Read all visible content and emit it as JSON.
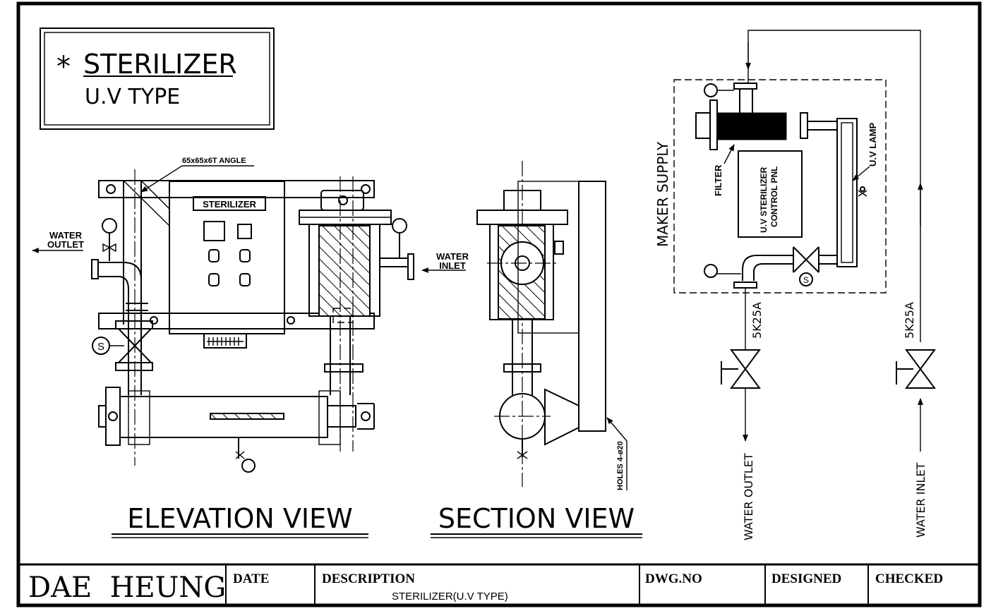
{
  "title_box": {
    "star": "*",
    "title": "STERILIZER",
    "subtitle": "U.V TYPE"
  },
  "elevation": {
    "view_label": "ELEVATION VIEW",
    "angle_note": "65x65x6T ANGLE",
    "panel_label": "STERILIZER",
    "water_outlet": [
      "WATER",
      "OUTLET"
    ],
    "water_inlet": [
      "WATER",
      "INLET"
    ],
    "solenoid_symbol": "S"
  },
  "section": {
    "view_label": "SECTION VIEW",
    "holes_note": "HOLES 4-ø20"
  },
  "schematic": {
    "maker_supply": "MAKER SUPPLY",
    "filter": "FILTER",
    "uv_lamp": "U.V LAMP",
    "control_panel": [
      "U.V STERILIZER",
      "CONTROL PNL"
    ],
    "solenoid_symbol": "S",
    "pipe_size_left": "5K25A",
    "pipe_size_right": "5K25A",
    "water_outlet": "WATER OUTLET",
    "water_inlet": "WATER INLET"
  },
  "title_block": {
    "company": "DAE  HEUNG",
    "date_label": "DATE",
    "description_label": "DESCRIPTION",
    "description_value": "STERILIZER(U.V TYPE)",
    "dwg_no_label": "DWG.NO",
    "designed_label": "DESIGNED",
    "checked_label": "CHECKED"
  }
}
